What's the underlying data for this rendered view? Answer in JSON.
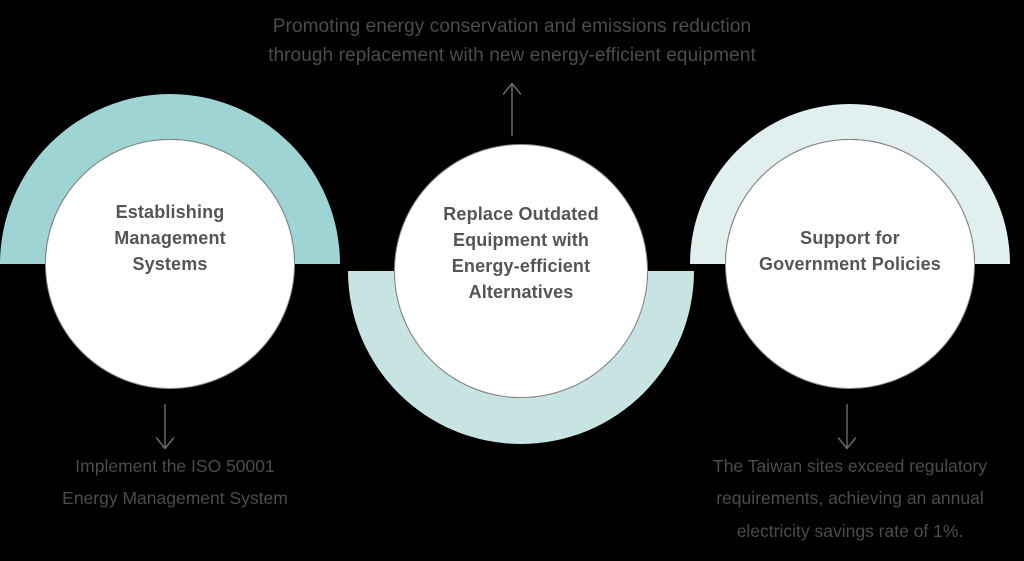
{
  "diagram": {
    "title_text": "Promoting energy conservation and emissions reduction\nthrough replacement with new energy-efficient equipment",
    "background_color": "#000000",
    "text_color": "#4c4c4c",
    "label_color": "#555555"
  },
  "nodes": [
    {
      "id": "establishing-management-systems",
      "label": "Establishing\nManagement\nSystems",
      "arc_color": "#9ED5D4",
      "arc_position": "top",
      "caption": "Implement the ISO 50001\nEnergy Management System",
      "arrow": "down"
    },
    {
      "id": "replace-outdated-equipment",
      "label": "Replace Outdated\nEquipment with\nEnergy-efficient\nAlternatives",
      "arc_color": "#C7E4E3",
      "arc_position": "bottom",
      "caption": "",
      "arrow": "up"
    },
    {
      "id": "support-for-government-policies",
      "label": "Support for\nGovernment Policies",
      "arc_color": "#E1EFEE",
      "arc_position": "top",
      "caption": "The Taiwan sites exceed regulatory\nrequirements, achieving an annual\nelectricity savings rate of 1%.",
      "arrow": "down"
    }
  ],
  "captions": {
    "left": "Implement the ISO 50001\nEnergy Management System",
    "right": "The Taiwan sites exceed regulatory\nrequirements, achieving an annual\nelectricity savings rate of 1%."
  }
}
